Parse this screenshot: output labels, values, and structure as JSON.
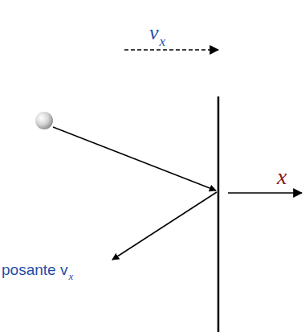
{
  "diagram": {
    "labels": [
      "v",
      "x",
      "x",
      "posante v",
      "x"
    ]
  }
}
